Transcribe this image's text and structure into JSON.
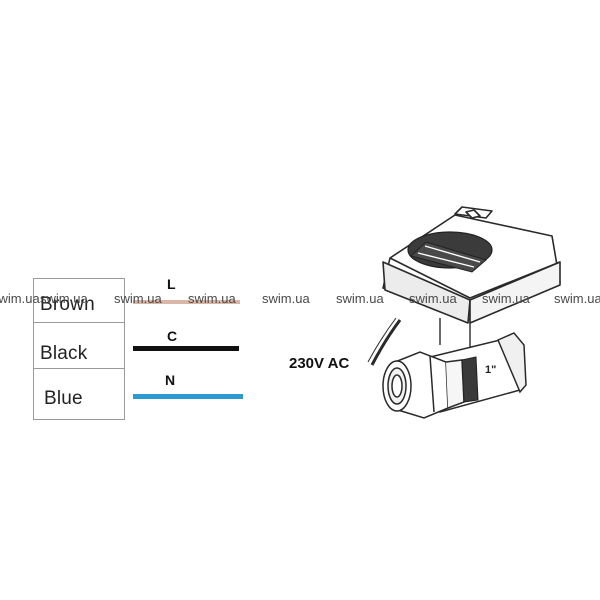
{
  "wiring": [
    {
      "label": "Brown",
      "terminal": "L",
      "color": "#d9b6a6"
    },
    {
      "label": "Black",
      "terminal": "C",
      "color": "#111111"
    },
    {
      "label": "Blue",
      "terminal": "N",
      "color": "#2a9ad0"
    }
  ],
  "voltage_label": "230V AC",
  "valve_size": "1\"",
  "watermark": "swim.ua"
}
